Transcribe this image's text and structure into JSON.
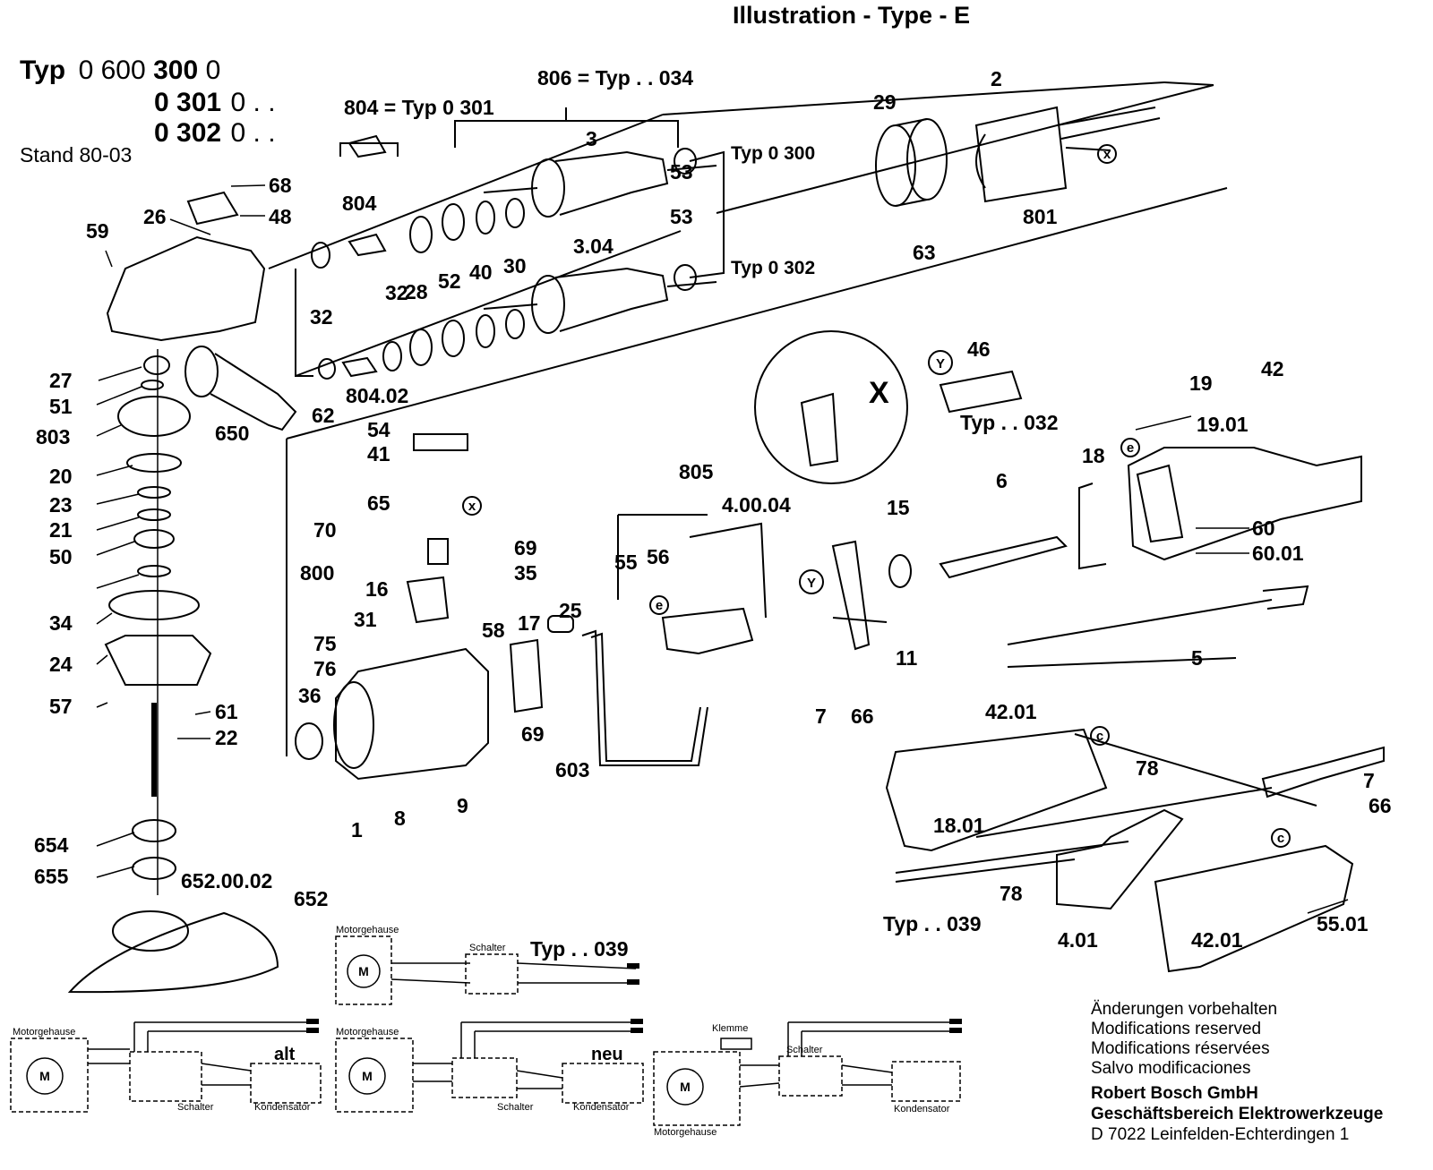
{
  "header": {
    "title": "Illustration - Type - E"
  },
  "type_block": {
    "line1_prefix": "Typ",
    "line1_num_regular": "0 600",
    "line1_num_bold": "300",
    "line1_suffix": "0",
    "line2_bold": "0 301",
    "line2_suffix": "0 . .",
    "line3_bold": "0 302",
    "line3_suffix": "0 . .",
    "stand": "Stand 80-03"
  },
  "callouts": {
    "typ_806": "806 = Typ . . 034",
    "typ_804": "804 = Typ 0 301",
    "typ_0300": "Typ 0 300",
    "typ_0302": "Typ 0 302",
    "typ_032": "Typ . .  032",
    "typ_039_lower": "Typ  . . 039",
    "typ_039_schematic": "Typ . . 039",
    "detail_x": "X",
    "marker_x": "x",
    "marker_y": "Y",
    "marker_e": "e",
    "marker_c": "c"
  },
  "part_labels": [
    "2",
    "29",
    "3",
    "801",
    "63",
    "3.04",
    "53",
    "32",
    "28",
    "52",
    "40",
    "30",
    "804",
    "62",
    "804.02",
    "68",
    "48",
    "26",
    "59",
    "27",
    "51",
    "803",
    "20",
    "23",
    "21",
    "50",
    "34",
    "24",
    "57",
    "61",
    "22",
    "654",
    "655",
    "652.00.02",
    "652",
    "650",
    "54",
    "41",
    "65",
    "70",
    "800",
    "16",
    "31",
    "69",
    "35",
    "75",
    "76",
    "58",
    "36",
    "1",
    "8",
    "9",
    "17",
    "25",
    "603",
    "805",
    "4.00.04",
    "55",
    "56",
    "46",
    "19",
    "42",
    "19.01",
    "18",
    "6",
    "15",
    "60",
    "60.01",
    "11",
    "5",
    "7",
    "66",
    "42.01",
    "78",
    "18.01",
    "4.01",
    "55.01"
  ],
  "schematics": {
    "motorgehause": "Motorgehause",
    "schalter": "Schalter",
    "kondensator": "Kondensator",
    "klemme": "Klemme",
    "alt": "alt",
    "neu": "neu",
    "motor_symbol": "M"
  },
  "notes": {
    "de": "Änderungen vorbehalten",
    "en": "Modifications reserved",
    "fr": "Modifications réservées",
    "es": "Salvo modificaciones"
  },
  "company": {
    "name": "Robert Bosch GmbH",
    "division": "Geschäftsbereich Elektrowerkzeuge",
    "address": "D 7022 Leinfelden-Echterdingen 1"
  }
}
